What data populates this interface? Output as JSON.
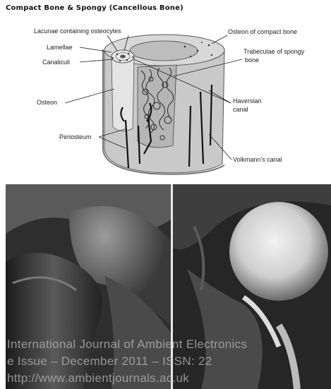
{
  "title": "Compact Bone & Spongy (Cancellous Bone)",
  "labels": {
    "lacunae": "Lacunae containing osteocytes",
    "osteon_compact": "Osteon of compact bone",
    "lamellae": "Lamellae",
    "trabeculae": "Trabeculae of spongy",
    "trabeculae_2": "bone",
    "canaliculi": "Canaliculi",
    "osteon": "Osteon",
    "haversian": "Haversian",
    "haversian_2": "canal",
    "periosteum": "Periosteum",
    "volkmann": "Volkmann's canal"
  },
  "watermark": {
    "line1": "International Journal of Ambient Electronics",
    "line2": "e Issue – December 2011 – ISSN: 22",
    "line3": "http://www.ambientjournals.ac.uk"
  },
  "colors": {
    "bone": "#d2d2d2",
    "bone_dark": "#8a8a8a",
    "xray_bg": "#2a2a2a"
  }
}
